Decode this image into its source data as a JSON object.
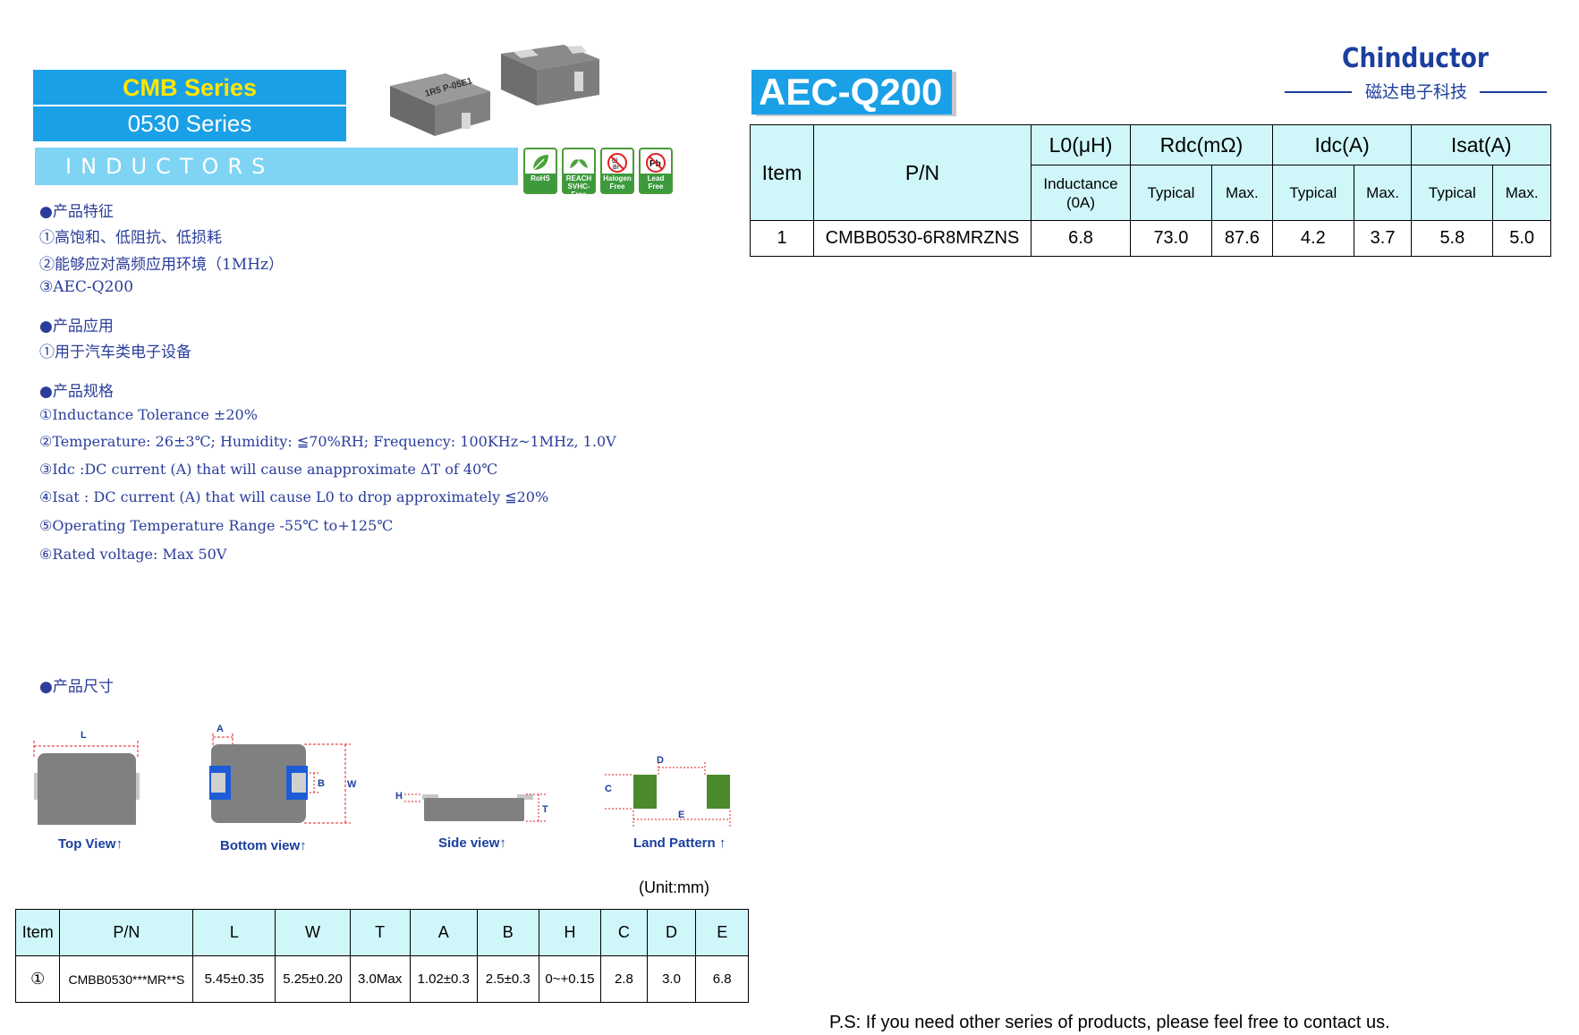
{
  "series": {
    "title": "CMB Series",
    "subtitle": "0530 Series",
    "category": "INDUCTORS"
  },
  "badges": [
    {
      "label": "RoHS",
      "icon": "leaf-icon"
    },
    {
      "label": "REACH SVHC-Free",
      "icon": "leaf-icon"
    },
    {
      "label": "Halogen Free",
      "icon": "no-halogen-icon"
    },
    {
      "label": "Lead Free",
      "icon": "no-lead-icon"
    }
  ],
  "part_marking": "1R5 P-05E1",
  "features": {
    "heading": "●产品特征",
    "items": [
      "①高饱和、低阻抗、低损耗",
      "②能够应对高频应用环境（1MHz）",
      "③AEC-Q200"
    ]
  },
  "applications": {
    "heading": "●产品应用",
    "items": [
      "①用于汽车类电子设备"
    ]
  },
  "specifications": {
    "heading": "●产品规格",
    "items": [
      "①Inductance Tolerance ±20%",
      "②Temperature: 26±3℃; Humidity: ≦70%RH; Frequency: 100KHz~1MHz, 1.0V",
      "③Idc :DC current (A) that will cause anapproximate ΔT of 40℃",
      "④Isat : DC current (A) that will cause L0 to drop approximately ≦20%",
      "⑤Operating Temperature Range -55℃ to+125℃",
      "⑥Rated voltage: Max 50V"
    ]
  },
  "dimensions_heading": "●产品尺寸",
  "aec_label": "AEC-Q200",
  "logo": {
    "name": "Chinductor",
    "subtitle": "磁达电子科技"
  },
  "electrical_table": {
    "headers": {
      "item": "Item",
      "pn": "P/N",
      "l0": "L0(μH)",
      "rdc": "Rdc(mΩ)",
      "idc": "Idc(A)",
      "isat": "Isat(A)",
      "l0_sub": "Inductance (0A)",
      "typical": "Typical",
      "max": "Max."
    },
    "rows": [
      {
        "item": "1",
        "pn": "CMBB0530-6R8MRZNS",
        "l0": "6.8",
        "rdc_typ": "73.0",
        "rdc_max": "87.6",
        "idc_typ": "4.2",
        "idc_max": "3.7",
        "isat_typ": "5.8",
        "isat_max": "5.0"
      }
    ]
  },
  "views": {
    "top": "Top View↑",
    "bottom": "Bottom view↑",
    "side": "Side view↑",
    "land": "Land Pattern ↑",
    "labels": {
      "L": "L",
      "A": "A",
      "B": "B",
      "W": "W",
      "H": "H",
      "T": "T",
      "C": "C",
      "D": "D",
      "E": "E"
    }
  },
  "unit": "(Unit:mm)",
  "dimension_table": {
    "headers": [
      "Item",
      "P/N",
      "L",
      "W",
      "T",
      "A",
      "B",
      "H",
      "C",
      "D",
      "E"
    ],
    "rows": [
      [
        "①",
        "CMBB0530***MR**S",
        "5.45±0.35",
        "5.25±0.20",
        "3.0Max",
        "1.02±0.3",
        "2.5±0.3",
        "0~+0.15",
        "2.8",
        "3.0",
        "6.8"
      ]
    ]
  },
  "footer_note": "P.S: If you need other series of products, please feel free to contact us.",
  "colors": {
    "banner": "#1aa0e6",
    "light_bar": "#7fd4f4",
    "header_fill": "#cff7fa",
    "text_blue": "#2a3d9a",
    "badge_green": "#3c9a3c"
  }
}
